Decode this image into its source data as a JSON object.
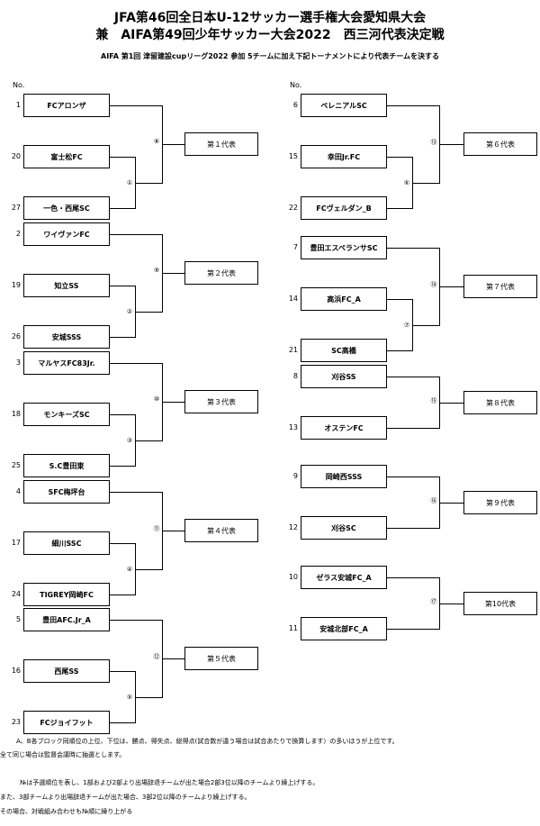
{
  "title": {
    "line1": "JFA第46回全日本U-12サッカー選手権大会愛知県大会",
    "line2": "兼　AIFA第49回少年サッカー大会2022　西三河代表決定戦",
    "subtitle": "AIFA 第1回 津留建設cupリーグ2022 参加 5チームに加え下記トーナメントにより代表チームを決する"
  },
  "no_label": "No.",
  "left_blocks": [
    {
      "teams": [
        {
          "seed": "1",
          "name": "FCアロンザ"
        },
        {
          "seed": "20",
          "name": "富士松FC"
        },
        {
          "seed": "27",
          "name": "一色・西尾SC"
        }
      ],
      "first_match": "①",
      "final_match": "⑧",
      "representative": "第１代表"
    },
    {
      "teams": [
        {
          "seed": "2",
          "name": "ワイヴァンFC"
        },
        {
          "seed": "19",
          "name": "知立SS"
        },
        {
          "seed": "26",
          "name": "安城SSS"
        }
      ],
      "first_match": "②",
      "final_match": "⑨",
      "representative": "第２代表"
    },
    {
      "teams": [
        {
          "seed": "3",
          "name": "マルヤスFC83Jr."
        },
        {
          "seed": "18",
          "name": "モンキーズSC"
        },
        {
          "seed": "25",
          "name": "S.C豊田東"
        }
      ],
      "first_match": "③",
      "final_match": "⑩",
      "representative": "第３代表"
    },
    {
      "teams": [
        {
          "seed": "4",
          "name": "SFC梅坪台"
        },
        {
          "seed": "17",
          "name": "細川SSC"
        },
        {
          "seed": "24",
          "name": "TIGREY岡崎FC"
        }
      ],
      "first_match": "④",
      "final_match": "⑪",
      "representative": "第４代表"
    },
    {
      "teams": [
        {
          "seed": "5",
          "name": "豊田AFC.Jr_A"
        },
        {
          "seed": "16",
          "name": "西尾SS"
        },
        {
          "seed": "23",
          "name": "FCジョイフット"
        }
      ],
      "first_match": "⑤",
      "final_match": "⑫",
      "representative": "第５代表"
    }
  ],
  "right_blocks": [
    {
      "teams": [
        {
          "seed": "6",
          "name": "ペレニアルSC"
        },
        {
          "seed": "15",
          "name": "幸田Jr.FC"
        },
        {
          "seed": "22",
          "name": "FCヴェルダン_B"
        }
      ],
      "first_match": "⑥",
      "final_match": "⑬",
      "representative": "第６代表"
    },
    {
      "teams": [
        {
          "seed": "7",
          "name": "豊田エスペランサSC"
        },
        {
          "seed": "14",
          "name": "高浜FC_A"
        },
        {
          "seed": "21",
          "name": "SC高橋"
        }
      ],
      "first_match": "⑦",
      "final_match": "⑭",
      "representative": "第７代表"
    },
    {
      "teams": [
        {
          "seed": "8",
          "name": "刈谷SS"
        },
        {
          "seed": "13",
          "name": "オステンFC"
        }
      ],
      "final_match": "⑮",
      "representative": "第８代表"
    },
    {
      "teams": [
        {
          "seed": "9",
          "name": "岡崎西SSS"
        },
        {
          "seed": "12",
          "name": "刈谷SC"
        }
      ],
      "final_match": "⑯",
      "representative": "第９代表"
    },
    {
      "teams": [
        {
          "seed": "10",
          "name": "ゼラス安城FC_A"
        },
        {
          "seed": "11",
          "name": "安城北部FC_A"
        }
      ],
      "final_match": "⑰",
      "representative": "第10代表"
    }
  ],
  "notes": [
    "A、B各ブロック同順位の上位、下位は、勝点、得失点、総得点(試合数が違う場合は試合あたりで換算します）の多いほうが上位です。",
    "全て同じ場合は監督会議時に抽選とします。",
    "",
    "№は予選順位を表し、1部および2部より出場辞退チームが出た場合2部3位以降のチームより繰上げする。",
    "また、3部チームより出場辞退チームが出た場合、3部2位以降のチームより繰上げする。",
    "その場合、対戦組み合わせも№順に繰り上がる"
  ]
}
